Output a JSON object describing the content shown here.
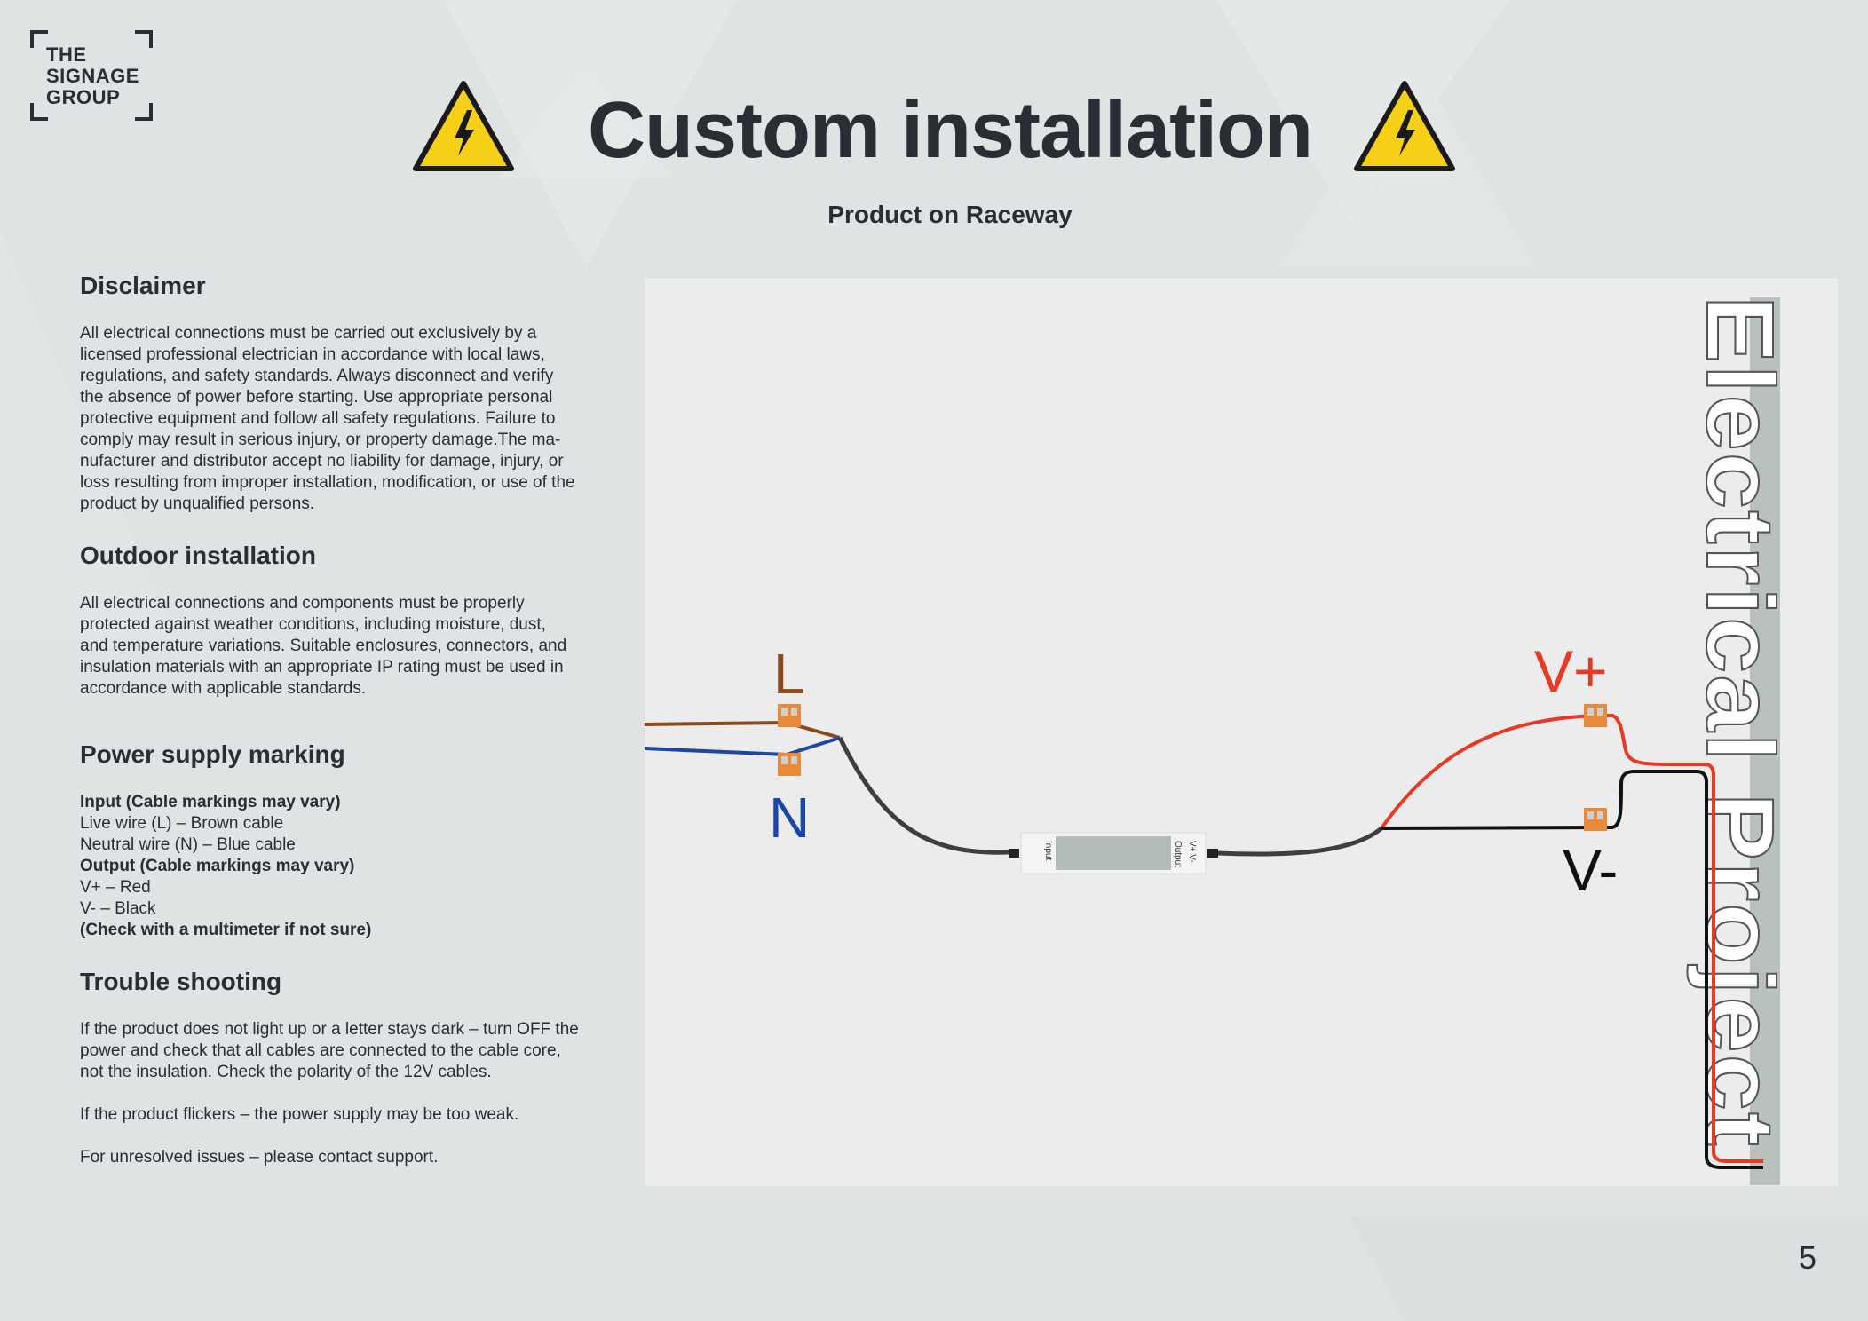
{
  "brand": {
    "logo_text": "THE\nSIGNAGE\nGROUP"
  },
  "header": {
    "title": "Custom installation",
    "subtitle": "Product on Raceway"
  },
  "disclaimer": {
    "heading": "Disclaimer",
    "lines": [
      "All electrical connections must be carried out exclusively by a",
      "licensed professional electrician in accordance with local laws,",
      "regulations, and safety standards. Always disconnect and verify",
      "the absence of power before starting. Use appropriate personal",
      "protective equipment and follow all safety regulations. Failure to",
      "comply may result in serious injury, or property damage.The ma-",
      "nufacturer and distributor accept no liability for damage, injury, or",
      "loss resulting from improper installation, modification, or use of the",
      "product by unqualified persons."
    ]
  },
  "outdoor": {
    "heading": "Outdoor installation",
    "lines": [
      "All electrical connections and components must be properly",
      "protected against weather conditions, including moisture, dust,",
      "and temperature variations. Suitable enclosures, connectors, and",
      "insulation materials with an appropriate IP rating must be used in",
      "accordance with applicable standards."
    ]
  },
  "power": {
    "heading": "Power supply marking",
    "input_heading": "Input (Cable markings may vary)",
    "live": "Live wire (L) – Brown cable",
    "neutral": "Neutral wire (N) – Blue cable",
    "output_heading": "Output (Cable markings may vary)",
    "vplus": "V+ –  Red",
    "vminus": "V- – Black",
    "check": "(Check with a multimeter if not sure)"
  },
  "trouble": {
    "heading": "Trouble shooting",
    "lines": [
      "If the product does not light up or a letter stays dark – turn OFF the",
      "power and check that all cables are connected to the cable core,",
      "not the insulation. Check the polarity of the 12V cables."
    ],
    "flicker": "If the product flickers – the power supply may be too weak.",
    "support": "For unresolved issues – please contact support."
  },
  "diagram": {
    "label_l": "L",
    "label_n": "N",
    "label_vplus": "V+",
    "label_vminus": "V-",
    "psu_input": "Input",
    "psu_output": "Output",
    "psu_out_pins": "V+ V-",
    "sign_text": "Electrical Project",
    "colors": {
      "brown": "#8b4a1e",
      "blue": "#1a47a8",
      "red": "#e63a26",
      "black": "#111111",
      "cable": "#3c3e40",
      "connector": "#e88a3a"
    }
  },
  "footer": {
    "page_number": "5"
  }
}
